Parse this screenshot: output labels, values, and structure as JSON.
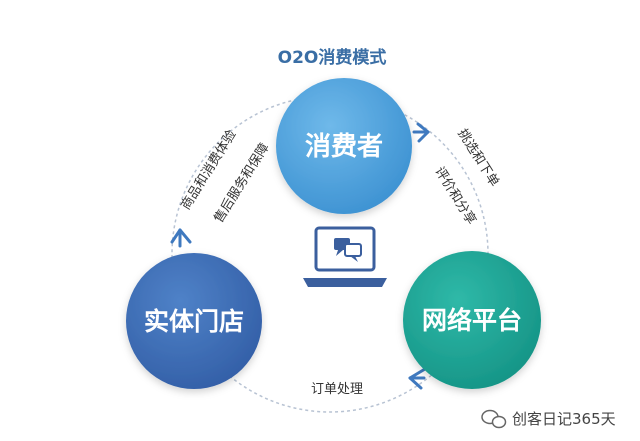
{
  "title": "O2O消费模式",
  "nodes": {
    "consumer": "消费者",
    "platform": "网络平台",
    "store": "实体门店"
  },
  "edges": {
    "consumer_to_platform_outer": "挑选和下单",
    "consumer_to_platform_inner": "评价和分享",
    "platform_to_store": "订单处理",
    "store_to_consumer_outer": "商品和消费体验",
    "store_to_consumer_inner": "售后服务和保障"
  },
  "center_icon": "laptop-chat-icon",
  "watermark": "创客日记365天",
  "colors": {
    "consumer": "#4da3dd",
    "platform": "#22a596",
    "store": "#3f6fb8",
    "arrow": "#3f79bf",
    "ring": "#b8c3d3",
    "title": "#3a6ea5"
  }
}
